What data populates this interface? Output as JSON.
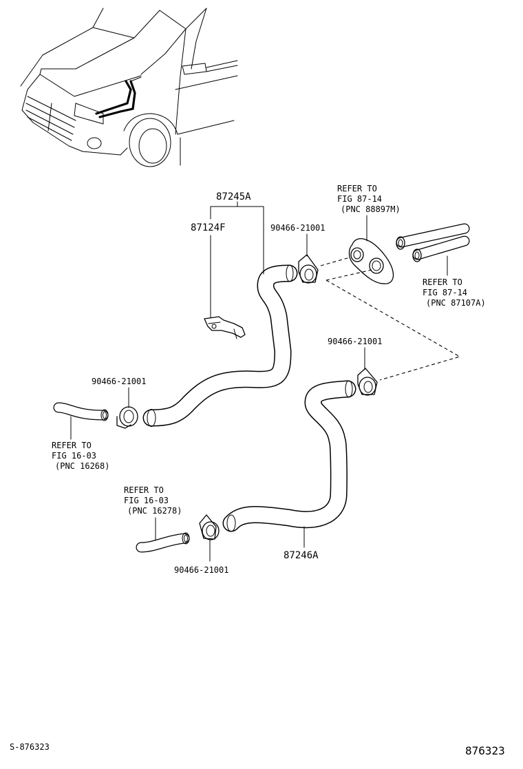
{
  "diagram": {
    "parts": {
      "hose_upper": "87245A",
      "clip": "87124F",
      "hose_lower": "87246A",
      "clamp_top": "90466-21001",
      "clamp_middle": "90466-21001",
      "clamp_left": "90466-21001",
      "clamp_bottom": "90466-21001"
    },
    "refs": {
      "grommet": [
        "REFER TO",
        "FIG 87-14",
        "(PNC 88897M)"
      ],
      "pipes": [
        "REFER TO",
        "FIG 87-14",
        "(PNC 87107A)"
      ],
      "left_pipe": [
        "REFER TO",
        "FIG 16-03",
        "(PNC 16268)"
      ],
      "bottom_pipe": [
        "REFER TO",
        "FIG 16-03",
        "(PNC 16278)"
      ]
    },
    "footer": {
      "sheet_code": "S-876323",
      "figure_number": "876323"
    }
  }
}
